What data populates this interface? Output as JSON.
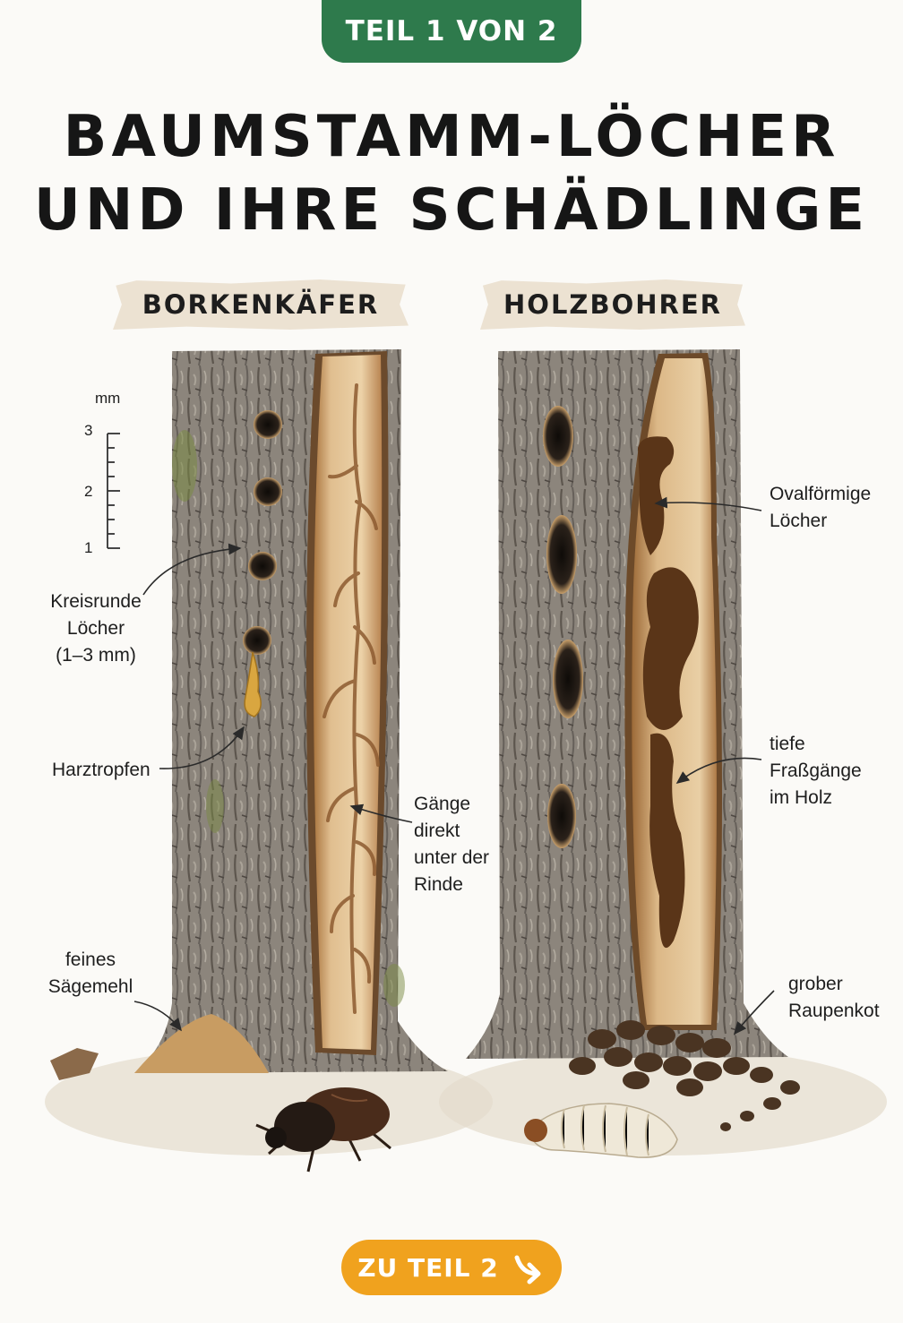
{
  "header": {
    "part_badge": "TEIL 1 VON 2",
    "title_line1": "BAUMSTAMM-LÖCHER",
    "title_line2": "UND IHRE SCHÄDLINGE"
  },
  "left_column": {
    "heading": "BORKENKÄFER",
    "scale": {
      "unit": "mm",
      "ticks": [
        "3",
        "2",
        "1"
      ]
    },
    "labels": {
      "round_holes": "Kreisrunde\nLöcher\n(1–3 mm)",
      "resin": "Harztropfen",
      "galleries": "Gänge\ndirekt\nunter der\nRinde",
      "sawdust": "feines\nSägemehl"
    }
  },
  "right_column": {
    "heading": "HOLZBOHRER",
    "labels": {
      "oval_holes": "Ovalförmige\nLöcher",
      "tunnels": "tiefe\nFraßgänge\nim Holz",
      "frass": "grober\nRaupenkot"
    }
  },
  "footer": {
    "next_button": "ZU TEIL 2"
  },
  "colors": {
    "badge_green": "#2e7a4c",
    "button_orange": "#f0a21e",
    "banner_beige": "#ece2d2",
    "bark_gray": "#8a8279",
    "wood_tan": "#d9b88a"
  }
}
